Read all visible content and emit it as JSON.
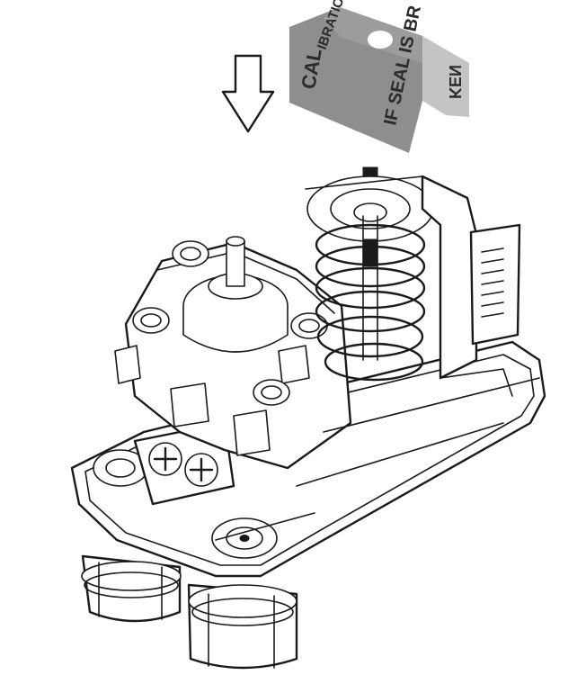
{
  "seal_label": {
    "text_top_left": "CAL",
    "text_top_right": "IBRATION",
    "text_bottom_left": "IF SEAL IS BR",
    "text_bottom_right": "KEN",
    "fill_color": "#8e8e8e",
    "fill_light": "#b9b9b9"
  },
  "arrow": {
    "icon": "down-arrow-icon",
    "direction": "down"
  },
  "device": {
    "icon": "pressure-switch-icon",
    "line_color": "#1a1a1a"
  }
}
